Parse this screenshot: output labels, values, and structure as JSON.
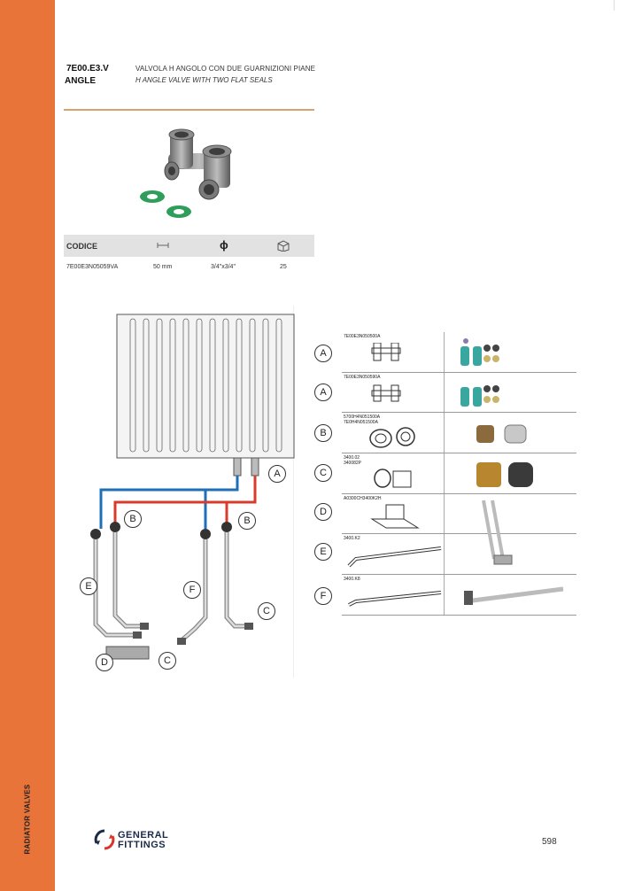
{
  "page": {
    "code": "7E00.E3.V",
    "family": "ANGLE",
    "title_it": "VALVOLA H ANGOLO CON DUE GUARNIZIONI PIANE",
    "title_en": "H ANGLE VALVE WITH TWO FLAT SEALS",
    "section": "RADIATOR VALVES",
    "page_number": "598"
  },
  "table": {
    "header_codice": "CODICE",
    "header_icons": [
      "interaxis-icon",
      "diameter-icon",
      "package-icon"
    ],
    "diameter_symbol": "ϕ",
    "rows": [
      {
        "codice": "7E00E3N05059VA",
        "interaxis": "50 mm",
        "diameter": "3/4\"x3/4\"",
        "package": "25"
      }
    ]
  },
  "diagram": {
    "labels": [
      "A",
      "B",
      "B",
      "C",
      "C",
      "D",
      "E",
      "F"
    ]
  },
  "parts": [
    {
      "letter": "A",
      "code": "7E00E3N050500A"
    },
    {
      "letter": "A",
      "code": "7E00E3N050590A"
    },
    {
      "letter": "B",
      "code": "5700H4N051500A\n7E0H4N051500A"
    },
    {
      "letter": "C",
      "code": "3400.02\n340082P"
    },
    {
      "letter": "D",
      "code": "A0300CH3400K2H"
    },
    {
      "letter": "E",
      "code": "3400.K2"
    },
    {
      "letter": "F",
      "code": "3400.K8"
    }
  ],
  "brand": {
    "line1": "GENERAL",
    "line2": "FITTINGS"
  },
  "colors": {
    "sidebar": "#e8743a",
    "rule": "#d9a070",
    "supply_pipe": "#1f6fb8",
    "return_pipe": "#d93b2b",
    "brand_navy": "#1b2a4a",
    "brand_red": "#d9352a"
  }
}
